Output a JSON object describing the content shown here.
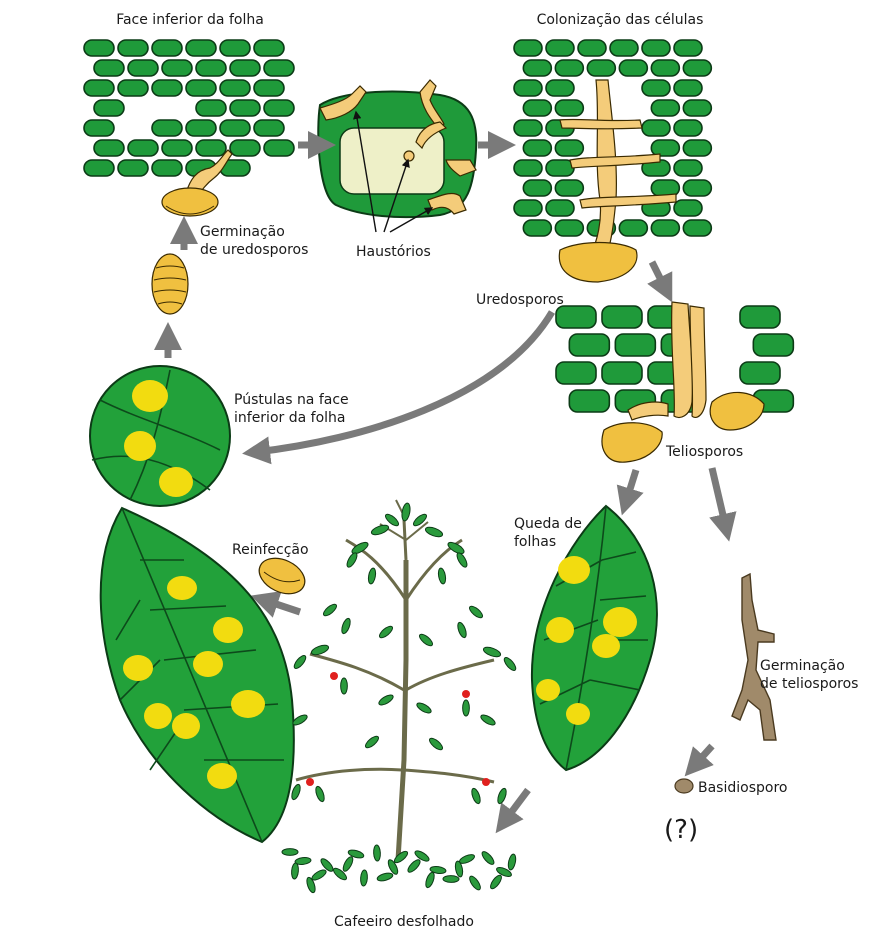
{
  "labels": {
    "face_inferior": "Face inferior da folha",
    "colonizacao": "Colonização das células",
    "germinacao_uredo_1": "Germinação",
    "germinacao_uredo_2": "de uredosporos",
    "haustorios": "Haustórios",
    "uredosporos": "Uredosporos",
    "pustulas_1": "Pústulas na face",
    "pustulas_2": "inferior da folha",
    "teliosporos": "Teliosporos",
    "reinfeccao": "Reinfecção",
    "queda_1": "Queda de",
    "queda_2": "folhas",
    "germinacao_telio_1": "Germinação",
    "germinacao_telio_2": "de teliosporos",
    "basidiosporo": "Basidiosporo",
    "question": "(?)",
    "cafeeiro": "Cafeeiro desfolhado"
  },
  "colors": {
    "cell_green": "#1f9a3a",
    "leaf_green": "#22a13a",
    "pustule_yellow": "#f2dc10",
    "fungus_orange": "#f0c040",
    "arrow_gray": "#7a7a7a",
    "basidio_brown": "#a08a6a"
  }
}
